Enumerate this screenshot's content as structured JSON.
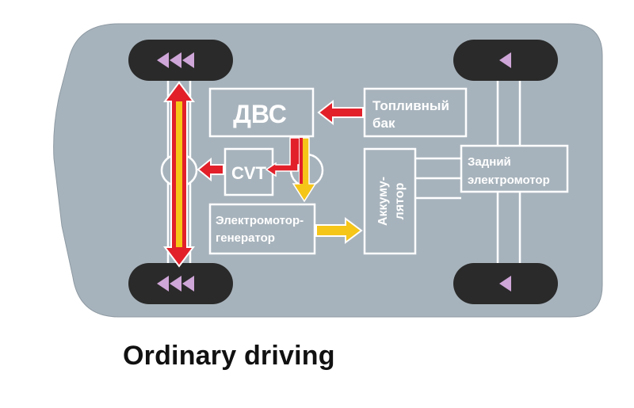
{
  "labels": {
    "engine": "ДВС",
    "fuel_tank_line1": "Топливный",
    "fuel_tank_line2": "бак",
    "cvt": "CVT",
    "battery_line1": "Аккуму-",
    "battery_line2": "лятор",
    "motor_generator_line1": "Электромотор-",
    "motor_generator_line2": "генератор",
    "rear_motor_line1": "Задний",
    "rear_motor_line2": "электромотор"
  },
  "caption": "Ordinary driving",
  "colors": {
    "chassis": "#a7b3bc",
    "box": "#a7b3bc",
    "outline": "#ffffff",
    "tire": "#2a2a2a",
    "wheel_arrow": "#cfa6d8",
    "flow_red": "#e2202a",
    "flow_yellow": "#f5c518"
  }
}
